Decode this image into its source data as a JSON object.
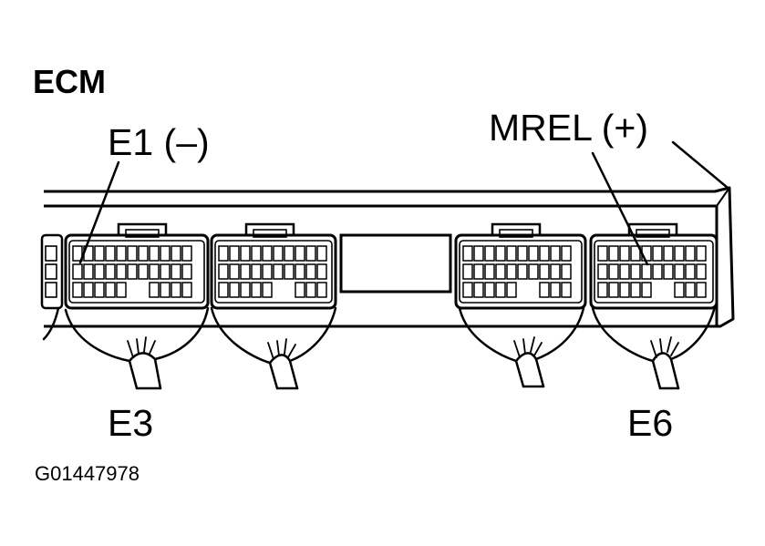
{
  "title": "ECM",
  "labels": {
    "e1": "E1 (–)",
    "mrel": "MREL (+)",
    "e3": "E3",
    "e6": "E6"
  },
  "figure_code": "G01447978",
  "colors": {
    "ink": "#000000",
    "paper": "#ffffff"
  }
}
